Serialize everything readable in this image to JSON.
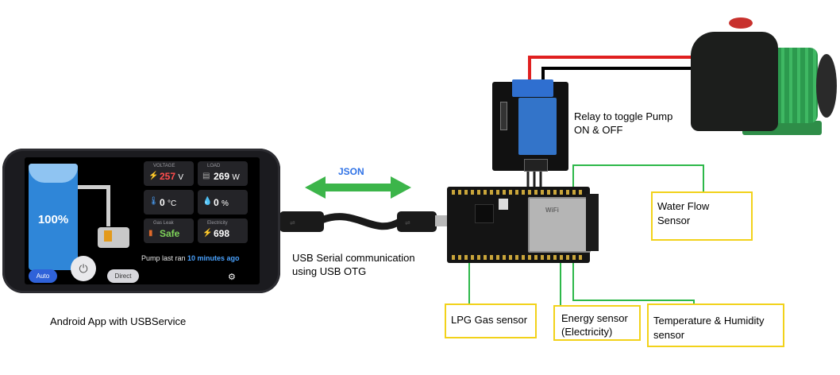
{
  "phone": {
    "tank_percent": "100%",
    "cards": [
      {
        "caption": "VOLTAGE",
        "value": "257",
        "unit": "V",
        "icon": "lightning-icon"
      },
      {
        "caption": "LOAD",
        "value": "269",
        "unit": "W",
        "icon": "server-icon"
      },
      {
        "caption": "",
        "value": "0",
        "unit": "°C",
        "icon": "thermometer-icon"
      },
      {
        "caption": "",
        "value": "0",
        "unit": "%",
        "icon": "droplet-icon"
      },
      {
        "caption": "Gas Leak",
        "value": "Safe",
        "unit": "",
        "icon": "gas-cylinder-icon"
      },
      {
        "caption": "Electricity",
        "value": "698",
        "unit": "",
        "icon": "meter-icon"
      }
    ],
    "pump_status_prefix": "Pump last ran ",
    "pump_status_highlight": "10 minutes ago",
    "auto_label": "Auto",
    "direct_label": "Direct"
  },
  "labels": {
    "phone_caption": "Android App with USBService",
    "json_label": "JSON",
    "usb_caption_line1": "USB Serial communication",
    "usb_caption_line2": "using USB OTG",
    "relay_caption_line1": "Relay to toggle Pump",
    "relay_caption_line2": "ON & OFF",
    "water_flow_line1": "Water Flow",
    "water_flow_line2": "Sensor",
    "lpg_gas": "LPG Gas sensor",
    "energy_line1": "Energy sensor",
    "energy_line2": "(Electricity)",
    "temp_line1": "Temperature & Humidity",
    "temp_line2": "sensor"
  },
  "colors": {
    "sensor_box_border": "#f2d21a",
    "connector_line": "#2db84a",
    "json_arrow": "#3cb54a",
    "voltage_text": "#ff4d4d",
    "safe_text": "#7fd35a",
    "auto_button": "#2f62d9",
    "wire_red": "#e02020",
    "wire_black": "#000000"
  }
}
